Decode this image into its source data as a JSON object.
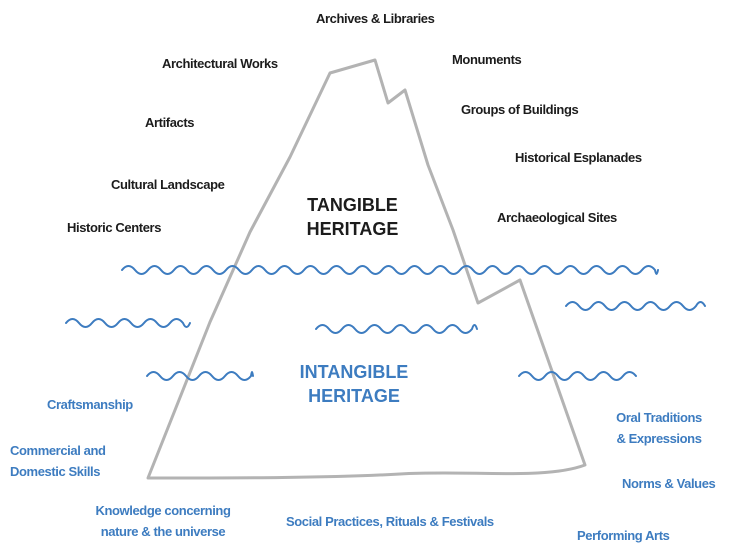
{
  "colors": {
    "tangible_text": "#1c1c1c",
    "intangible_text": "#3d7cc0",
    "waves": "#3d7cc0",
    "iceberg_outline": "#b3b3b3"
  },
  "tangible": {
    "title_line1": "TANGIBLE",
    "title_line2": "HERITAGE",
    "items": {
      "archives": "Archives & Libraries",
      "architectural_works": "Architectural Works",
      "monuments": "Monuments",
      "artifacts": "Artifacts",
      "groups_of_buildings": "Groups of Buildings",
      "historical_esplanades": "Historical Esplanades",
      "cultural_landscape": "Cultural Landscape",
      "historic_centers": "Historic Centers",
      "archaeological_sites": "Archaeological Sites"
    }
  },
  "intangible": {
    "title_line1": "INTANGIBLE",
    "title_line2": "HERITAGE",
    "items": {
      "craftsmanship": "Craftsmanship",
      "commercial_line1": "Commercial and",
      "commercial_line2": "Domestic Skills",
      "knowledge_line1": "Knowledge concerning",
      "knowledge_line2": "nature & the universe",
      "social_practices": "Social Practices, Rituals & Festivals",
      "oral_line1": "Oral Traditions",
      "oral_line2": "& Expressions",
      "norms_values": "Norms & Values",
      "performing_arts": "Performing Arts"
    }
  }
}
